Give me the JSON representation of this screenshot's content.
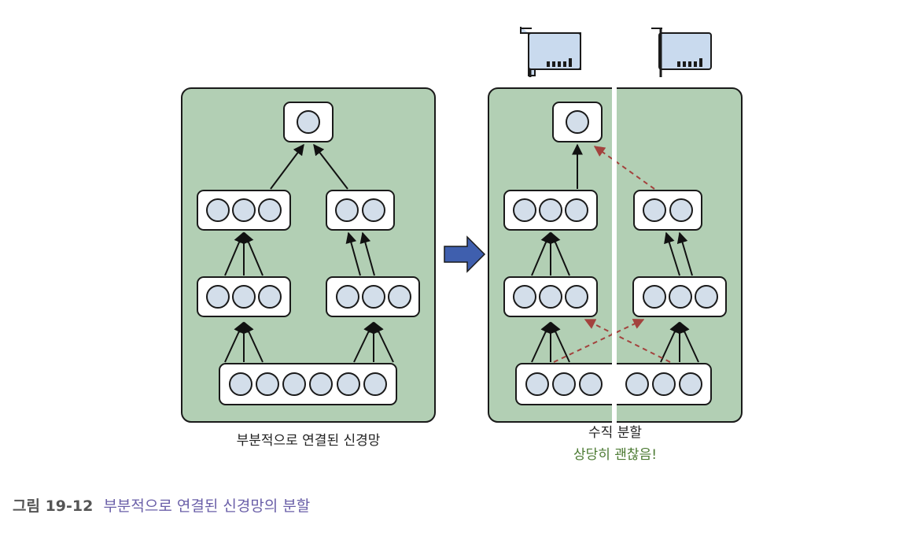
{
  "left_panel": {
    "caption": "부분적으로 연결된 신경망"
  },
  "right_panel": {
    "caption": "수직 분할",
    "note": "상당히 괜찮음!"
  },
  "figure": {
    "label": "그림 19-12",
    "title": "부분적으로 연결된 신경망의 분할"
  },
  "colors": {
    "panel": "#b2cfb4",
    "neuron": "#d3deea",
    "cross_device_arrow": "#a3423d",
    "transition_arrow": "#3f5fae",
    "note": "#4b7a32",
    "figure_title": "#6a5fa8"
  },
  "icons": {
    "device": "gpu-card-icon",
    "transition": "right-arrow-icon"
  }
}
